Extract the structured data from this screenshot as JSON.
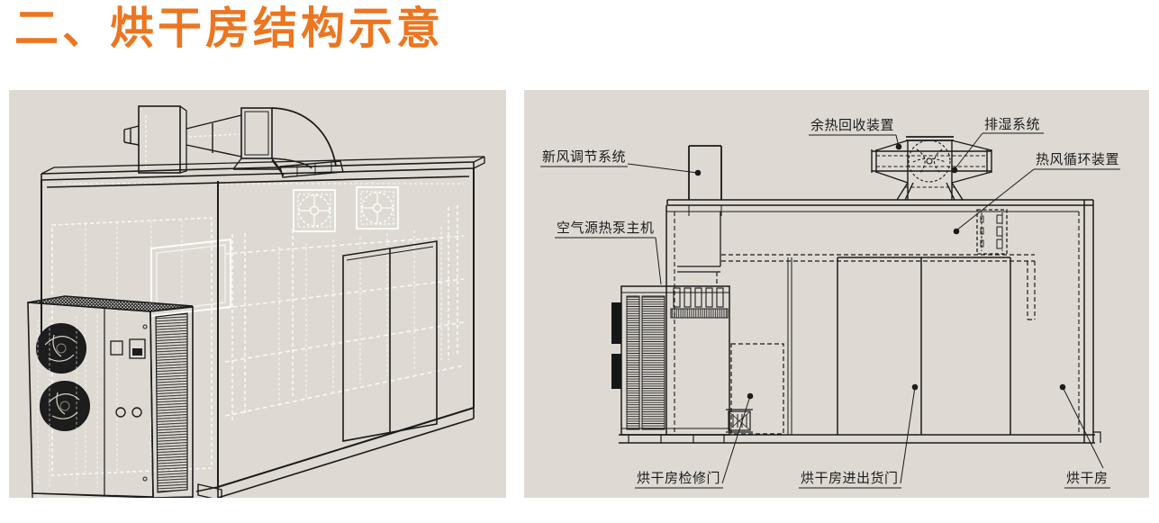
{
  "title": "二、烘干房结构示意",
  "colors": {
    "accent": "#EC7620",
    "panel_bg": "#DEDAD3",
    "line": "#1B1B1B"
  },
  "right_panel": {
    "labels": {
      "fresh_air_system": "新风调节系统",
      "heat_recovery_device": "余热回收装置",
      "dehumidification_system": "排湿系统",
      "hot_air_circulation_device": "热风循环装置",
      "air_source_heat_pump": "空气源热泵主机",
      "maintenance_door": "烘干房检修门",
      "cargo_door": "烘干房进出货门",
      "drying_room": "烘干房"
    }
  }
}
